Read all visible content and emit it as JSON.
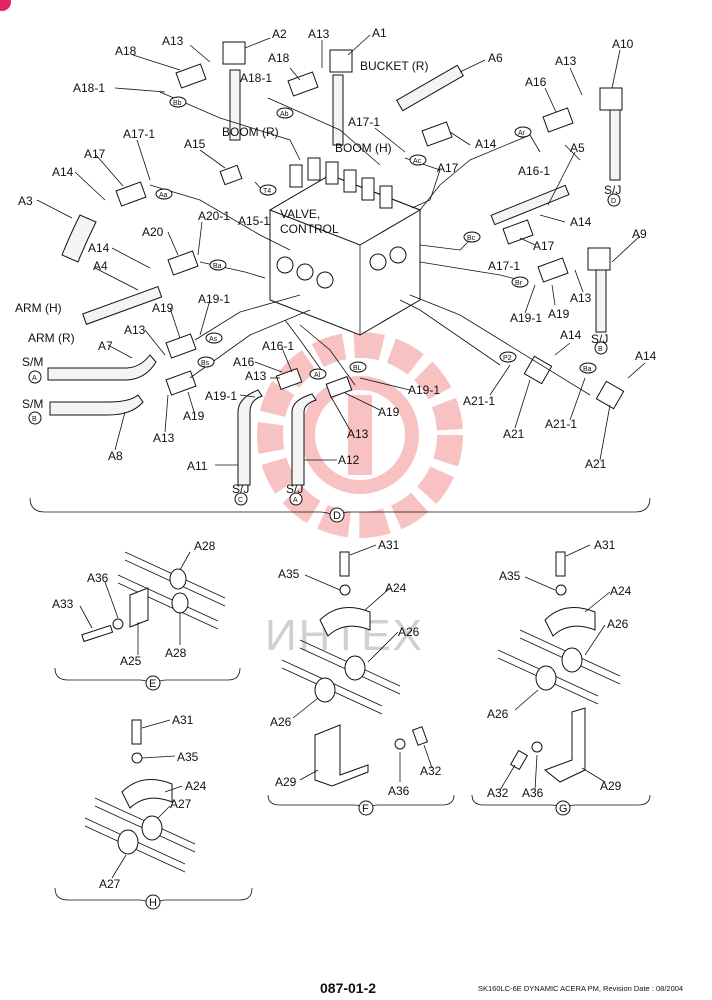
{
  "part_labels": {
    "a1": "A1",
    "a2": "A2",
    "a3": "A3",
    "a4": "A4",
    "a5": "A5",
    "a6": "A6",
    "a7": "A7",
    "a8": "A8",
    "a9": "A9",
    "a10": "A10",
    "a11": "A11",
    "a12": "A12",
    "a13": "A13",
    "a14": "A14",
    "a15": "A15",
    "a16": "A16",
    "a17": "A17",
    "a18": "A18",
    "a19": "A19",
    "a20": "A20",
    "a21": "A21",
    "a15_1": "A15-1",
    "a16_1": "A16-1",
    "a17_1": "A17-1",
    "a18_1": "A18-1",
    "a19_1": "A19-1",
    "a20_1": "A20-1",
    "a21_1": "A21-1",
    "a24": "A24",
    "a25": "A25",
    "a26": "A26",
    "a27": "A27",
    "a28": "A28",
    "a29": "A29",
    "a31": "A31",
    "a32": "A32",
    "a33": "A33",
    "a35": "A35",
    "a36": "A36"
  },
  "callouts": {
    "boom_r": "BOOM (R)",
    "boom_h": "BOOM (H)",
    "bucket_r": "BUCKET (R)",
    "valve_control": "VALVE,",
    "valve_control_2": "CONTROL",
    "arm_h": "ARM (H)",
    "arm_r": "ARM (R)",
    "sm": "S/M",
    "sj": "S/J"
  },
  "port_bubbles": {
    "bb": "Bb",
    "ab": "Ab",
    "ac": "Ac",
    "ar": "Ar",
    "aa": "Aa",
    "ba": "Ba",
    "bc": "Bc",
    "br": "Br",
    "as": "As",
    "bs": "Bs",
    "al": "Al",
    "bl": "BL",
    "p2": "P2",
    "ba2": "Ba",
    "t4": "T4"
  },
  "circle_letters": {
    "a": "A",
    "b": "B",
    "c": "C",
    "d": "D"
  },
  "sections": {
    "d": "D",
    "e": "E",
    "f": "F",
    "g": "G",
    "h": "H"
  },
  "watermark": "ИНТЕХ",
  "page_number": "087-01-2",
  "footer": "SK160LC-6E DYNAMIC ACERA PM, Revision Date : 08/2004",
  "colors": {
    "watermark_red": "#e8292b",
    "line": "#111111"
  }
}
